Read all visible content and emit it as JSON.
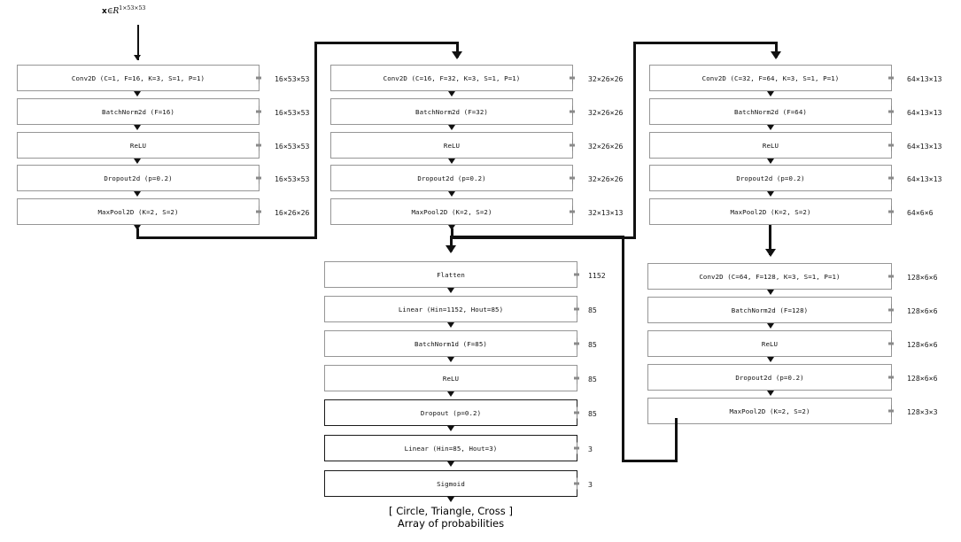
{
  "diagram": {
    "title_formula": {
      "var": "x",
      "member": "∈",
      "set": "R",
      "superscript": "1×53×53"
    },
    "output_label_line1": "[ Circle, Triangle, Cross ]",
    "output_label_line2": "Array of probabilities",
    "colors": {
      "box_border": "#969696",
      "box_border_dark": "#1a1a1a",
      "connector": "#111111",
      "background": "#ffffff",
      "text": "#111111"
    }
  },
  "blocks": [
    {
      "name": "conv-block-1",
      "layers": [
        {
          "label": "Conv2D (C=1, F=16, K=3, S=1, P=1)",
          "shape": "16×53×53",
          "emphasis": false
        },
        {
          "label": "BatchNorm2d (F=16)",
          "shape": "16×53×53",
          "emphasis": false
        },
        {
          "label": "ReLU",
          "shape": "16×53×53",
          "emphasis": false
        },
        {
          "label": "Dropout2d (p=0.2)",
          "shape": "16×53×53",
          "emphasis": false
        },
        {
          "label": "MaxPool2D (K=2, S=2)",
          "shape": "16×26×26",
          "emphasis": false
        }
      ]
    },
    {
      "name": "conv-block-2",
      "layers": [
        {
          "label": "Conv2D (C=16, F=32, K=3, S=1, P=1)",
          "shape": "32×26×26",
          "emphasis": false
        },
        {
          "label": "BatchNorm2d (F=32)",
          "shape": "32×26×26",
          "emphasis": false
        },
        {
          "label": "ReLU",
          "shape": "32×26×26",
          "emphasis": false
        },
        {
          "label": "Dropout2d (p=0.2)",
          "shape": "32×26×26",
          "emphasis": false
        },
        {
          "label": "MaxPool2D (K=2, S=2)",
          "shape": "32×13×13",
          "emphasis": false
        }
      ]
    },
    {
      "name": "conv-block-3",
      "layers": [
        {
          "label": "Conv2D (C=32, F=64, K=3, S=1, P=1)",
          "shape": "64×13×13",
          "emphasis": false
        },
        {
          "label": "BatchNorm2d (F=64)",
          "shape": "64×13×13",
          "emphasis": false
        },
        {
          "label": "ReLU",
          "shape": "64×13×13",
          "emphasis": false
        },
        {
          "label": "Dropout2d (p=0.2)",
          "shape": "64×13×13",
          "emphasis": false
        },
        {
          "label": "MaxPool2D (K=2, S=2)",
          "shape": "64×6×6",
          "emphasis": false
        }
      ]
    },
    {
      "name": "conv-block-4",
      "layers": [
        {
          "label": "Conv2D (C=64, F=128, K=3, S=1, P=1)",
          "shape": "128×6×6",
          "emphasis": false
        },
        {
          "label": "BatchNorm2d (F=128)",
          "shape": "128×6×6",
          "emphasis": false
        },
        {
          "label": "ReLU",
          "shape": "128×6×6",
          "emphasis": false
        },
        {
          "label": "Dropout2d (p=0.2)",
          "shape": "128×6×6",
          "emphasis": false
        },
        {
          "label": "MaxPool2D (K=2, S=2)",
          "shape": "128×3×3",
          "emphasis": false
        }
      ]
    },
    {
      "name": "classifier-head",
      "layers": [
        {
          "label": "Flatten",
          "shape": "1152",
          "emphasis": false
        },
        {
          "label": "Linear (Hin=1152, Hout=85)",
          "shape": "85",
          "emphasis": false
        },
        {
          "label": "BatchNorm1d (F=85)",
          "shape": "85",
          "emphasis": false
        },
        {
          "label": "ReLU",
          "shape": "85",
          "emphasis": false
        },
        {
          "label": "Dropout (p=0.2)",
          "shape": "85",
          "emphasis": true
        },
        {
          "label": "Linear (Hin=85, Hout=3)",
          "shape": "3",
          "emphasis": true
        },
        {
          "label": "Sigmoid",
          "shape": "3",
          "emphasis": true
        }
      ]
    }
  ]
}
